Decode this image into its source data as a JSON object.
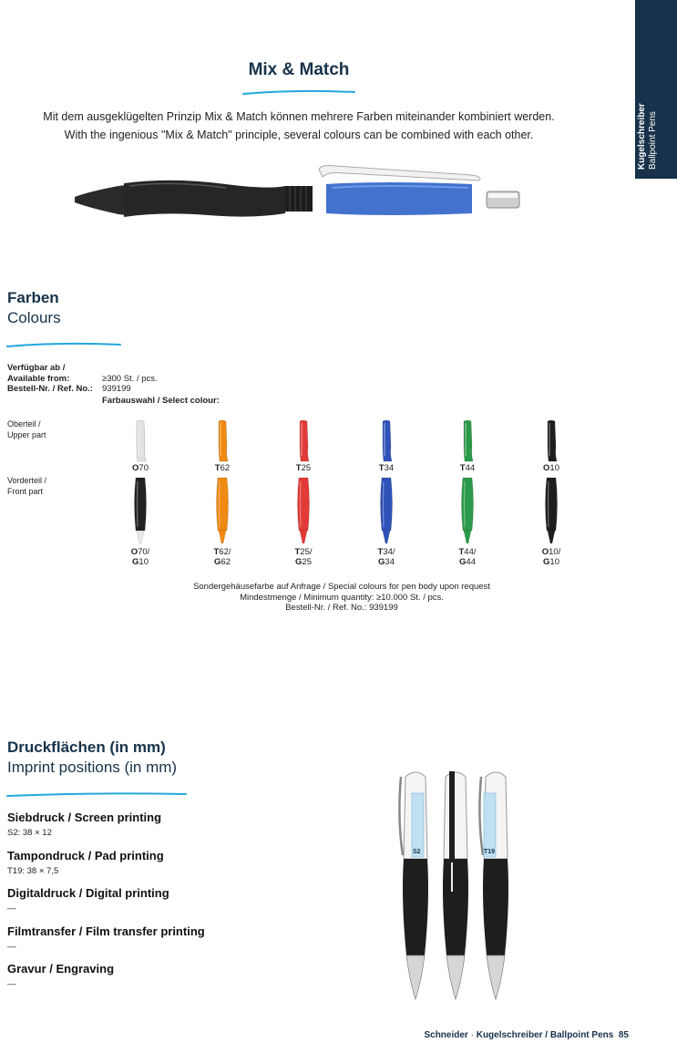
{
  "side_tab": {
    "title": "Kugelschreiber",
    "subtitle": "Ballpoint Pens"
  },
  "mix_match": {
    "title": "Mix & Match",
    "text_de": "Mit dem ausgeklügelten Prinzip Mix & Match können mehrere Farben miteinander kombiniert werden.",
    "text_en": "With the ingenious \"Mix & Match\" principle, several colours can be combined with each other."
  },
  "colours": {
    "title_de": "Farben",
    "title_en": "Colours",
    "available_label": "Verfügbar ab /",
    "available_label2": "Available from:",
    "available_value": "≥300 St. / pcs.",
    "ref_label": "Bestell-Nr. / Ref. No.:",
    "ref_value": "939199",
    "select_label": "Farbauswahl / Select colour:",
    "upper_label_de": "Oberteil /",
    "upper_label_en": "Upper part",
    "front_label_de": "Vorderteil /",
    "front_label_en": "Front part",
    "upper_parts": [
      {
        "prefix": "O",
        "num": "70",
        "color": "#e2e2e2"
      },
      {
        "prefix": "T",
        "num": "62",
        "color": "#f08a12"
      },
      {
        "prefix": "T",
        "num": "25",
        "color": "#e23a36"
      },
      {
        "prefix": "T",
        "num": "34",
        "color": "#2e52b8"
      },
      {
        "prefix": "T",
        "num": "44",
        "color": "#2a9a48"
      },
      {
        "prefix": "O",
        "num": "10",
        "color": "#1e1e1e"
      }
    ],
    "front_parts": [
      {
        "prefix1": "O",
        "num1": "70/",
        "prefix2": "G",
        "num2": "10",
        "color": "#222222",
        "tip": "#e8e8e8"
      },
      {
        "prefix1": "T",
        "num1": "62/",
        "prefix2": "G",
        "num2": "62",
        "color": "#f08a12",
        "tip": "#f08a12"
      },
      {
        "prefix1": "T",
        "num1": "25/",
        "prefix2": "G",
        "num2": "25",
        "color": "#e23a36",
        "tip": "#e23a36"
      },
      {
        "prefix1": "T",
        "num1": "34/",
        "prefix2": "G",
        "num2": "34",
        "color": "#2e52b8",
        "tip": "#2e52b8"
      },
      {
        "prefix1": "T",
        "num1": "44/",
        "prefix2": "G",
        "num2": "44",
        "color": "#2a9a48",
        "tip": "#2a9a48"
      },
      {
        "prefix1": "O",
        "num1": "10/",
        "prefix2": "G",
        "num2": "10",
        "color": "#1e1e1e",
        "tip": "#1e1e1e"
      }
    ],
    "note_line1": "Sondergehäusefarbe auf Anfrage / Special colours for pen body upon request",
    "note_line2": "Mindestmenge / Minimum quantity: ≥10.000 St. / pcs.",
    "note_line3": "Bestell-Nr. / Ref. No.: 939199"
  },
  "imprint": {
    "title_de": "Druckflächen (in mm)",
    "title_en": "Imprint positions (in mm)",
    "items": [
      {
        "title": "Siebdruck / Screen printing",
        "value": "S2: 38 × 12"
      },
      {
        "title": "Tampondruck / Pad printing",
        "value": "T19: 38 × 7,5"
      },
      {
        "title": "Digitaldruck / Digital printing",
        "value": "—"
      },
      {
        "title": "Filmtransfer / Film transfer printing",
        "value": "—"
      },
      {
        "title": "Gravur / Engraving",
        "value": "—"
      }
    ],
    "label_s2": "S2",
    "label_t19": "T19"
  },
  "footer": {
    "brand": "Schneider",
    "sep": " · ",
    "text": "Kugelschreiber / Ballpoint Pens",
    "page": "85"
  },
  "colors": {
    "navy": "#17324a",
    "wave": "#22a6dc"
  }
}
